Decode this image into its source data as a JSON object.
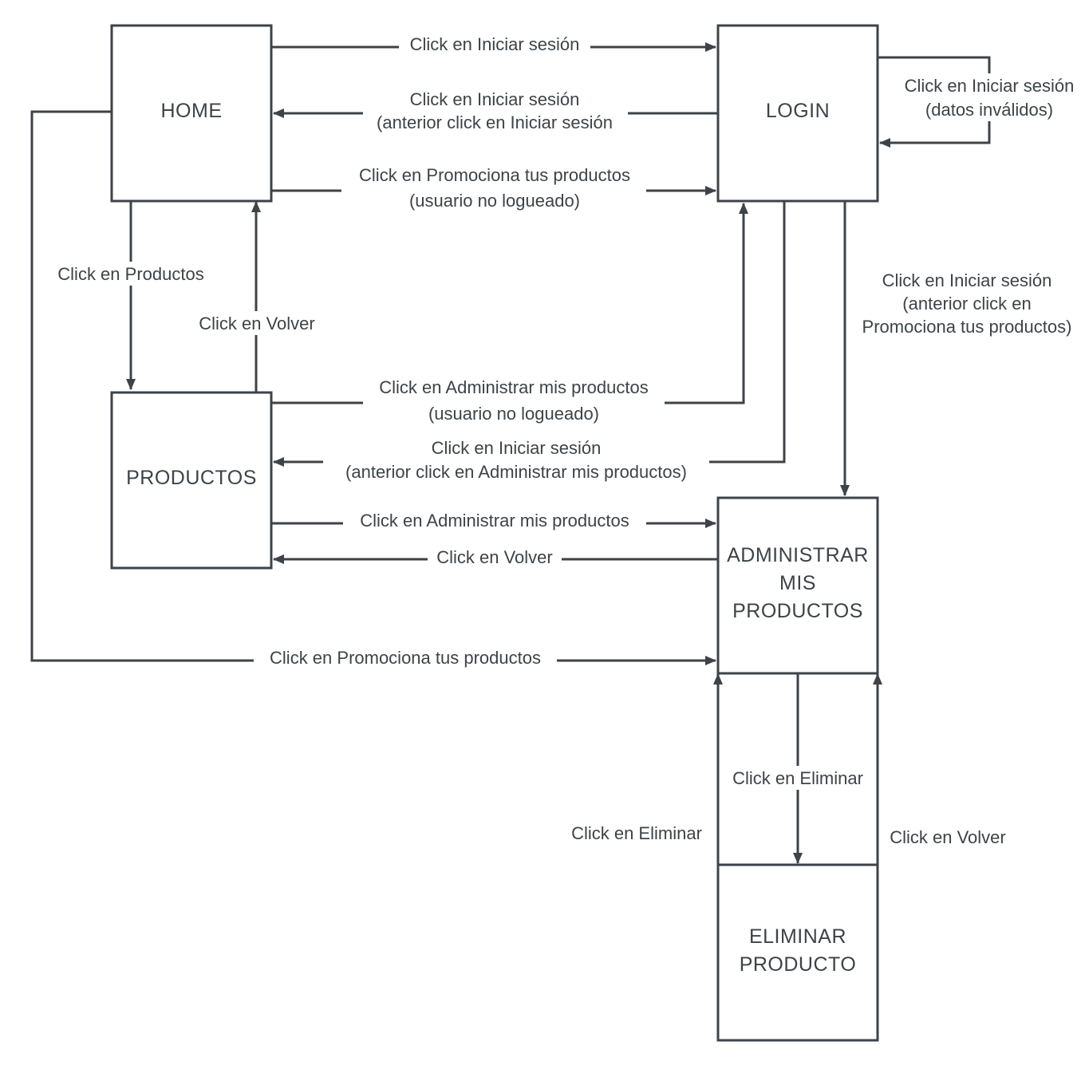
{
  "colors": {
    "stroke": "#3d4348",
    "text": "#3d4348",
    "background": "#ffffff"
  },
  "nodes": {
    "home": {
      "label": "HOME"
    },
    "login": {
      "label": "LOGIN"
    },
    "productos": {
      "label": "PRODUCTOS"
    },
    "administrar": {
      "lines": [
        "ADMINISTRAR",
        "MIS",
        "PRODUCTOS"
      ]
    },
    "eliminar": {
      "lines": [
        "ELIMINAR",
        "PRODUCTO"
      ]
    }
  },
  "edges": {
    "home_to_login": {
      "label": "Click en Iniciar sesión"
    },
    "login_to_home": {
      "lines": [
        "Click en Iniciar sesión",
        "(anterior click en Iniciar sesión"
      ]
    },
    "home_to_login_promo": {
      "lines": [
        "Click en Promociona tus productos",
        "(usuario no logueado)"
      ]
    },
    "login_self": {
      "lines": [
        "Click en Iniciar sesión",
        "(datos inválidos)"
      ]
    },
    "home_to_productos": {
      "label": "Click en Productos"
    },
    "productos_to_home": {
      "label": "Click en Volver"
    },
    "login_to_admin": {
      "lines": [
        "Click en Iniciar sesión",
        "(anterior click en",
        "Promociona tus productos)"
      ]
    },
    "productos_to_login": {
      "lines": [
        "Click en Administrar mis productos",
        "(usuario no logueado)"
      ]
    },
    "login_to_productos": {
      "lines": [
        "Click en Iniciar sesión",
        "(anterior click en Administrar mis productos)"
      ]
    },
    "productos_to_admin": {
      "label": "Click en Administrar mis productos"
    },
    "admin_to_productos": {
      "label": "Click en Volver"
    },
    "home_to_admin": {
      "label": "Click en Promociona tus productos"
    },
    "admin_to_eliminar": {
      "label": "Click en Eliminar"
    },
    "eliminar_to_admin_left": {
      "label": "Click en Eliminar"
    },
    "eliminar_to_admin_right": {
      "label": "Click en Volver"
    }
  }
}
